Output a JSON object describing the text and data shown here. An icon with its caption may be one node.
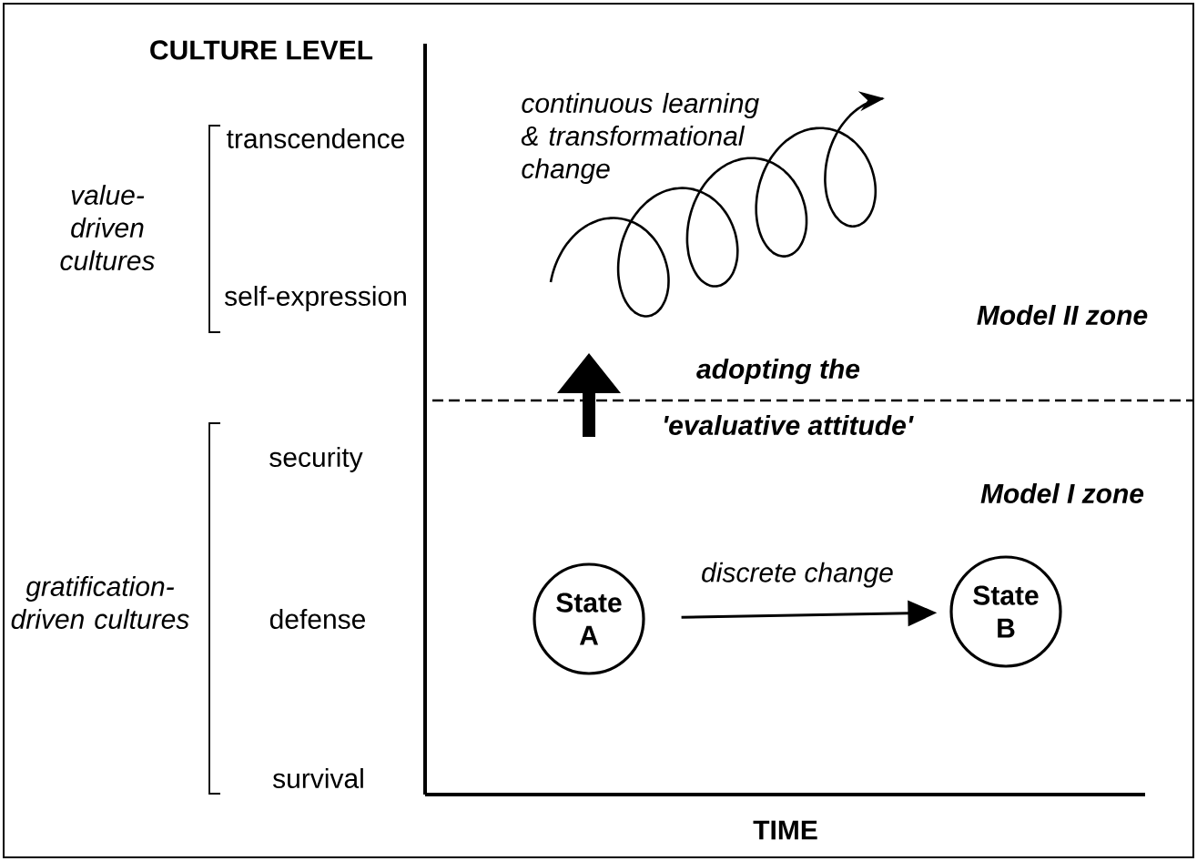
{
  "diagram": {
    "nodes": [
      {
        "text": [
          "State A"
        ]
      },
      {
        "text": [
          "State B"
        ]
      }
    ],
    "edges": [
      {
        "from": 0,
        "to": 1,
        "arrow": "to",
        "label": "discrete change"
      }
    ],
    "labels": [
      "CULTURE LEVEL",
      "transcendence",
      "value-driven cultures",
      "self-expression",
      "continuous learning & transformational change",
      "Model II zone",
      "adopting the",
      "'evaluative attitude'",
      "security",
      "Model I zone",
      "gratification-driven cultures",
      "defense",
      "survival",
      "TIME"
    ]
  }
}
